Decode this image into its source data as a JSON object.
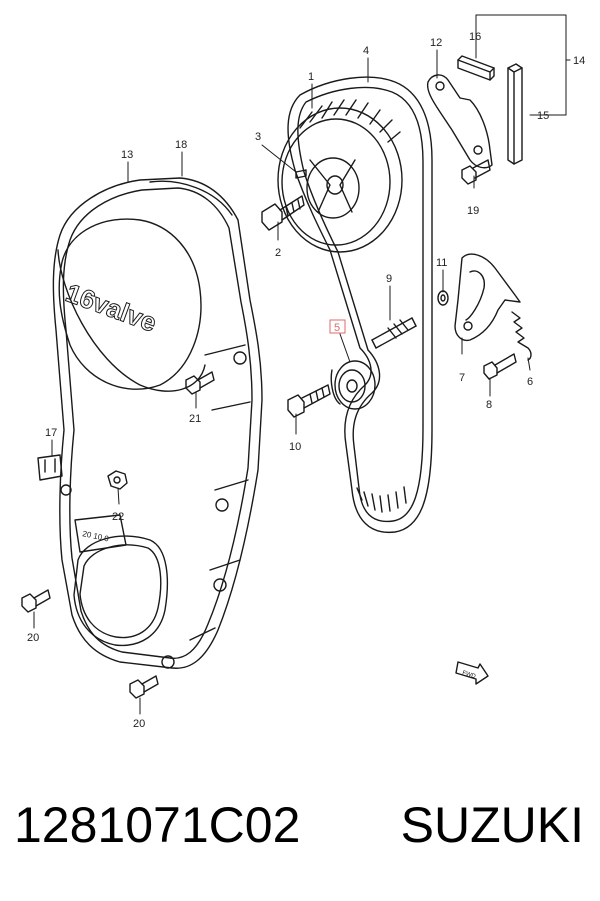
{
  "diagram": {
    "callouts": [
      "1",
      "2",
      "3",
      "4",
      "5",
      "6",
      "7",
      "8",
      "9",
      "10",
      "11",
      "12",
      "13",
      "14",
      "15",
      "16",
      "17",
      "18",
      "19",
      "20",
      "20",
      "21",
      "22"
    ],
    "highlighted_callout": "5",
    "cover_text": "16valve",
    "pulley_marks": "20 10 0",
    "fwd_tag": "FWD"
  },
  "caption": {
    "part_number": "1281071C02",
    "brand": "SUZUKI"
  },
  "colors": {
    "line": "#1a1a1a",
    "highlight": "#e06a6a",
    "background": "#ffffff"
  }
}
